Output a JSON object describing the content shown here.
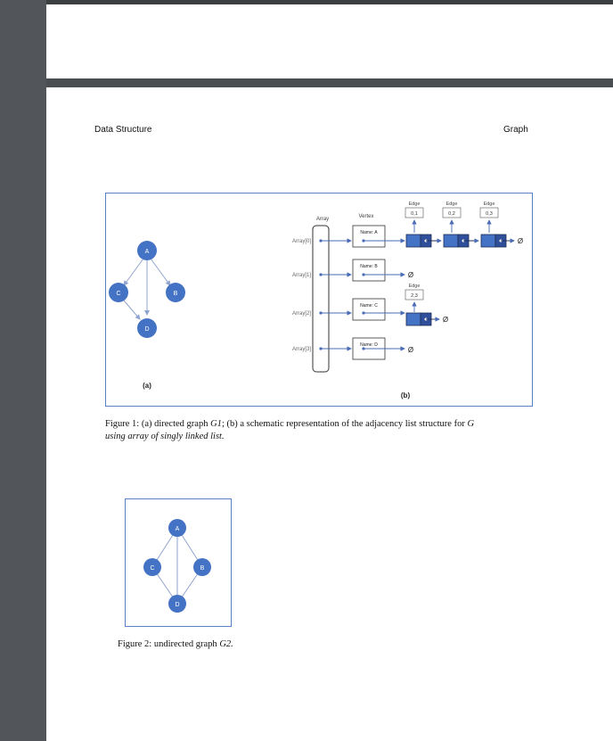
{
  "header": {
    "left": "Data Structure",
    "right": "Graph"
  },
  "figure1": {
    "graph": {
      "vertices": [
        "A",
        "C",
        "B",
        "D"
      ],
      "label": "(a)"
    },
    "structure": {
      "array_title": "Array",
      "vertex_title": "Vertex",
      "rows": [
        "Array[0]",
        "Array[1]",
        "Array[2]",
        "Array[3]"
      ],
      "vertex_names": [
        "Name: A",
        "Name: B",
        "Name: C",
        "Name: D"
      ],
      "edge_word": "Edge",
      "edges_row0": [
        "0,1",
        "0,2",
        "0,3"
      ],
      "edges_row2": [
        "2,3"
      ],
      "null_symbol": "Ø",
      "label": "(b)"
    },
    "caption": {
      "prefix": "Figure 1: (a) directed graph ",
      "g1": "G1",
      "mid": "; (b) a schematic representation of the adjacency list structure for ",
      "g": "G",
      "line2": "using array of singly linked list."
    }
  },
  "figure2": {
    "vertices": [
      "A",
      "C",
      "B",
      "D"
    ],
    "caption": {
      "prefix": "Figure 2: undirected graph ",
      "g2": "G2."
    }
  },
  "colors": {
    "node": "#4472c4",
    "border": "#5b7fc6",
    "line": "#7f96c8",
    "dark_node": "#1f3c88"
  }
}
